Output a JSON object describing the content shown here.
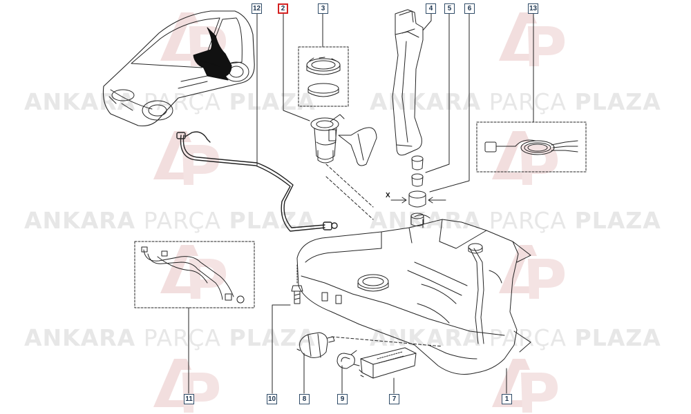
{
  "watermark": {
    "word1": "ANKARA",
    "word2": "PARÇA",
    "word3": "PLAZA"
  },
  "callouts": [
    {
      "id": "c12",
      "label": "12",
      "highlighted": false
    },
    {
      "id": "c2",
      "label": "2",
      "highlighted": true
    },
    {
      "id": "c3",
      "label": "3",
      "highlighted": false
    },
    {
      "id": "c4",
      "label": "4",
      "highlighted": false
    },
    {
      "id": "c5",
      "label": "5",
      "highlighted": false
    },
    {
      "id": "c6",
      "label": "6",
      "highlighted": false
    },
    {
      "id": "c13",
      "label": "13",
      "highlighted": false
    },
    {
      "id": "c11",
      "label": "11",
      "highlighted": false
    },
    {
      "id": "c10",
      "label": "10",
      "highlighted": false
    },
    {
      "id": "c8",
      "label": "8",
      "highlighted": false
    },
    {
      "id": "c9",
      "label": "9",
      "highlighted": false
    },
    {
      "id": "c7",
      "label": "7",
      "highlighted": false
    },
    {
      "id": "c1",
      "label": "1",
      "highlighted": false
    }
  ],
  "dimension_mark": "X",
  "colors": {
    "line": "#222222",
    "callout_border": "#2e4a66",
    "highlight": "#d42020",
    "watermark": "#e7e7e7",
    "logo": "#f2dede"
  }
}
